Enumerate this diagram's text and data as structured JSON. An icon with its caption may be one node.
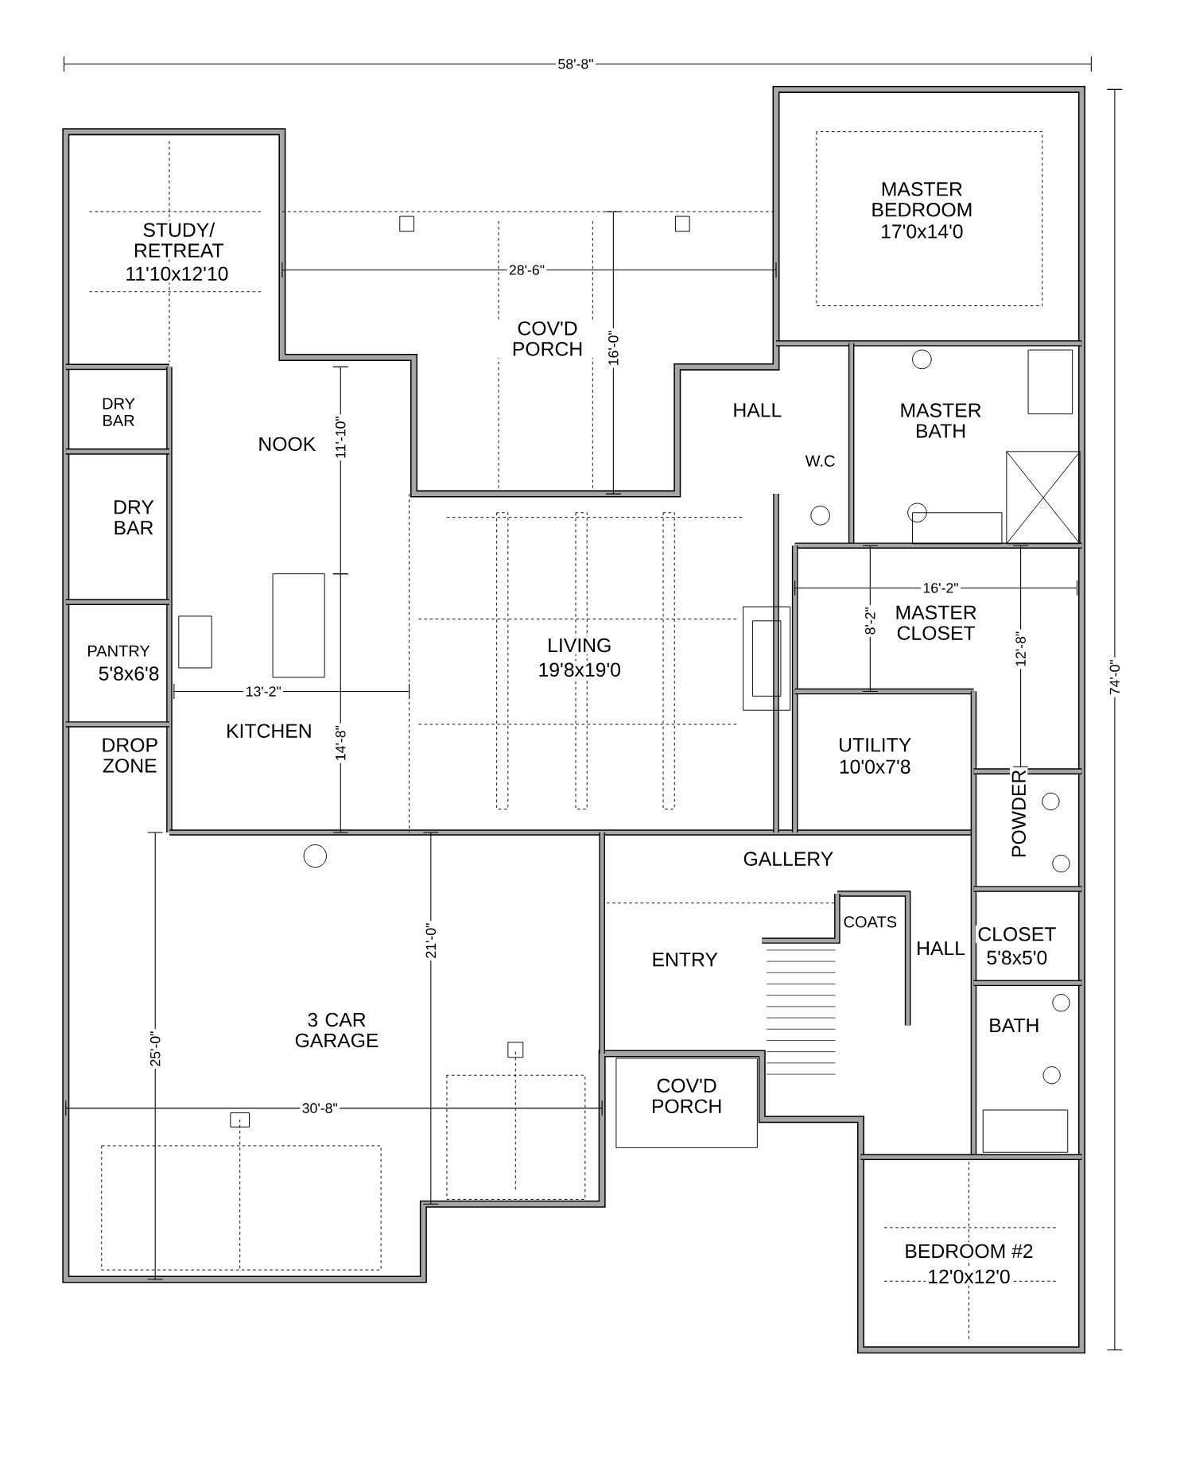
{
  "diagram": {
    "labels": [
      "58'-8\"",
      "STUDY/ RETREAT",
      "11'10x12'10",
      "MASTER BEDROOM",
      "17'0x14'0",
      "28'-6\"",
      "COV'D PORCH",
      "16'-0\"",
      "DRY BAR",
      "HALL",
      "MASTER BATH",
      "NOOK",
      "11'-10\"",
      "W.C",
      "DRY BAR",
      "16'-2\"",
      "8'-2\"",
      "MASTER CLOSET",
      "LIVING",
      "12'-8\"",
      "PANTRY",
      "5'8x6'8",
      "19'8x19'0",
      "13'-2\"",
      "14'-8\"",
      "KITCHEN",
      "DROP ZONE",
      "UTILITY",
      "10'0x7'8",
      "POWDER",
      "GALLERY",
      "COATS",
      "CLOSET",
      "5'8x5'0",
      "21'-0\"",
      "HALL",
      "ENTRY",
      "BATH",
      "3 CAR GARAGE",
      "25'-0\"",
      "COV'D PORCH",
      "30'-8\"",
      "BEDROOM #2",
      "12'0x12'0",
      "74'-0\""
    ]
  }
}
